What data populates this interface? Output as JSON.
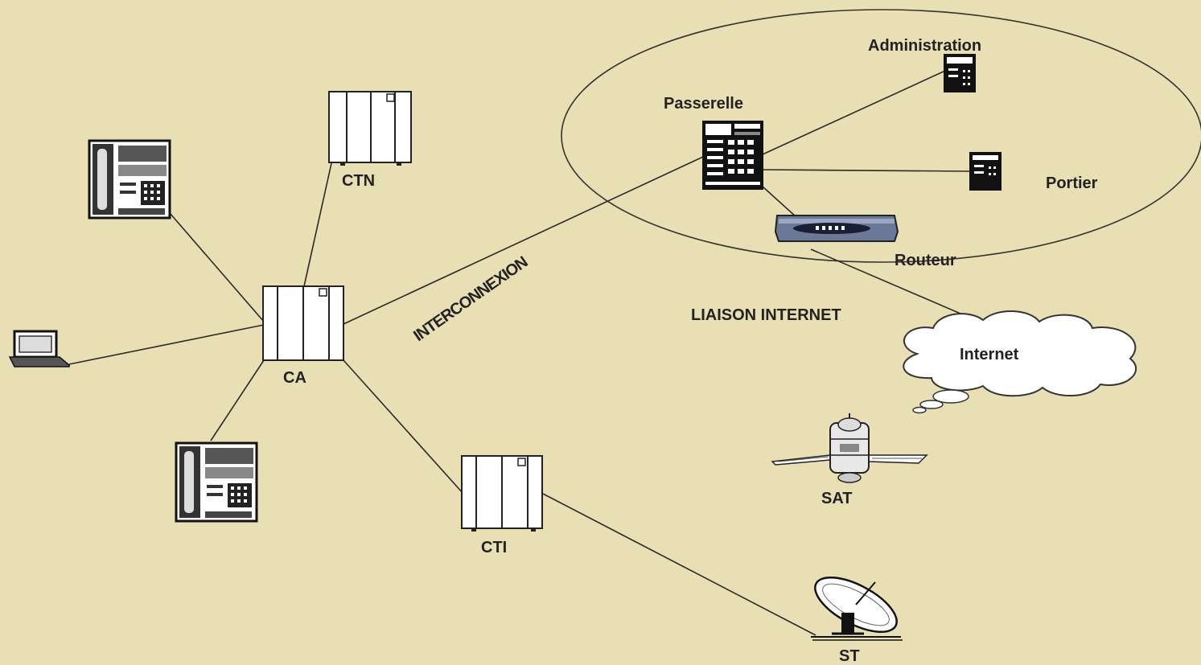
{
  "labels": {
    "ctn": "CTN",
    "ca": "CA",
    "cti": "CTI",
    "passerelle": "Passerelle",
    "administration": "Administration",
    "portier": "Portier",
    "routeur": "Routeur",
    "interconnexion": "INTERCONNEXION",
    "liaison_internet": "LIAISON INTERNET",
    "internet": "Internet",
    "sat": "SAT",
    "st": "ST"
  },
  "colors": {
    "background": "#e9dfb4",
    "line": "#2a2a2a",
    "device_dark": "#111111",
    "switch_fill": "#ffffff"
  },
  "icons": [
    "telephone-icon",
    "laptop-icon",
    "switch-cabinet-icon",
    "gateway-icon",
    "server-icon",
    "router-icon",
    "cloud-icon",
    "satellite-icon",
    "satellite-dish-icon"
  ]
}
